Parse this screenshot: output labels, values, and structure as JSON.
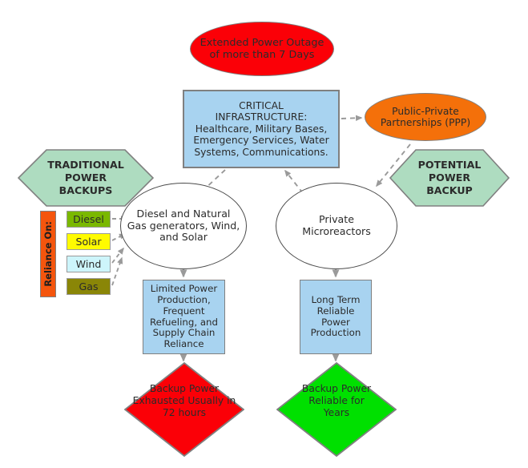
{
  "diagram": {
    "title_text": "Extended Power Outage of more than 7 Days",
    "colors": {
      "outage_red": "#fb0007",
      "critical_blue": "#a8d3f0",
      "ppp_orange": "#f4700a",
      "hex_green": "#aedcc0",
      "reliance_orange": "#f4550d",
      "diesel_green": "#7ab800",
      "solar_yellow": "#fffb00",
      "wind_cyan": "#cdf5fb",
      "gas_olive": "#8a8607",
      "diamond_red": "#fb0007",
      "diamond_green": "#00e000",
      "arrow_gray": "#9a9a9a",
      "border_gray": "#808080",
      "text_dark": "#2b2b2b"
    }
  },
  "nodes": {
    "outage": {
      "name": "extended-power-outage",
      "line1": "Extended  Power Outage",
      "line2": "of more than 7 Days",
      "shape": "ellipse",
      "fill": "#fb0007"
    },
    "critical_infrastructure": {
      "name": "critical-infrastructure",
      "line1": "CRITICAL",
      "line2": "INFRASTRUCTURE:",
      "line3": "Healthcare, Military Bases,",
      "line4": "Emergency Services, Water",
      "line5": "Systems, Communications.",
      "shape": "rectangle",
      "fill": "#a8d3f0"
    },
    "ppp": {
      "name": "public-private-partnerships",
      "line1": "Public-Private",
      "line2": "Partnerships (PPP)",
      "shape": "ellipse",
      "fill": "#f4700a"
    },
    "traditional_hex": {
      "name": "traditional-power-backups",
      "line1": "TRADITIONAL",
      "line2": "POWER",
      "line3": "BACKUPS",
      "shape": "hexagon",
      "fill": "#aedcc0"
    },
    "potential_hex": {
      "name": "potential-power-backup",
      "line1": "POTENTIAL",
      "line2": "POWER",
      "line3": "BACKUP",
      "shape": "hexagon",
      "fill": "#aedcc0"
    },
    "generators": {
      "name": "diesel-natural-gas-generators",
      "line1": "Diesel and Natural",
      "line2": "Gas generators, Wind,",
      "line3": "and Solar",
      "shape": "ellipse",
      "fill": "#ffffff"
    },
    "microreactors": {
      "name": "private-microreactors",
      "line1": "Private",
      "line2": "Microreactors",
      "shape": "ellipse",
      "fill": "#ffffff"
    },
    "limited_power": {
      "name": "limited-power-production",
      "line1": "Limited Power",
      "line2": "Production,",
      "line3": "Frequent",
      "line4": "Refueling, and",
      "line5": "Supply Chain",
      "line6": "Reliance",
      "shape": "rectangle",
      "fill": "#a8d3f0"
    },
    "long_term": {
      "name": "long-term-reliable-power-production",
      "line1": "Long Term",
      "line2": "Reliable",
      "line3": "Power",
      "line4": "Production",
      "shape": "rectangle",
      "fill": "#a8d3f0"
    },
    "backup_exhausted": {
      "name": "backup-power-exhausted",
      "line1": "Backup Power",
      "line2": "Exhausted Usually in",
      "line3": "72 hours",
      "shape": "diamond",
      "fill": "#fb0007"
    },
    "backup_reliable": {
      "name": "backup-power-reliable",
      "line1": "Backup Power",
      "line2": "Reliable for",
      "line3": "Years",
      "shape": "diamond",
      "fill": "#00e000"
    }
  },
  "legend": {
    "name": "reliance-legend",
    "axis_label": "Reliance On:",
    "items": [
      {
        "label": "Diesel",
        "color": "#7ab800"
      },
      {
        "label": "Solar",
        "color": "#fffb00"
      },
      {
        "label": "Wind",
        "color": "#cdf5fb"
      },
      {
        "label": "Gas",
        "color": "#8a8607"
      }
    ]
  },
  "edges": [
    {
      "from": "critical_infrastructure",
      "to": "ppp",
      "style": "dashed"
    },
    {
      "from": "critical_infrastructure",
      "to": "generators",
      "style": "dashed"
    },
    {
      "from": "generators",
      "to": "critical_infrastructure",
      "style": "dashed"
    },
    {
      "from": "ppp",
      "to": "microreactors",
      "style": "dashed"
    },
    {
      "from": "legend.Diesel",
      "to": "generators",
      "style": "dashed"
    },
    {
      "from": "legend.Solar",
      "to": "generators",
      "style": "dashed"
    },
    {
      "from": "legend.Wind",
      "to": "generators",
      "style": "dashed"
    },
    {
      "from": "legend.Gas",
      "to": "generators",
      "style": "dashed"
    },
    {
      "from": "generators",
      "to": "limited_power",
      "style": "solid"
    },
    {
      "from": "microreactors",
      "to": "long_term",
      "style": "solid"
    },
    {
      "from": "limited_power",
      "to": "backup_exhausted",
      "style": "solid"
    },
    {
      "from": "long_term",
      "to": "backup_reliable",
      "style": "solid"
    }
  ]
}
